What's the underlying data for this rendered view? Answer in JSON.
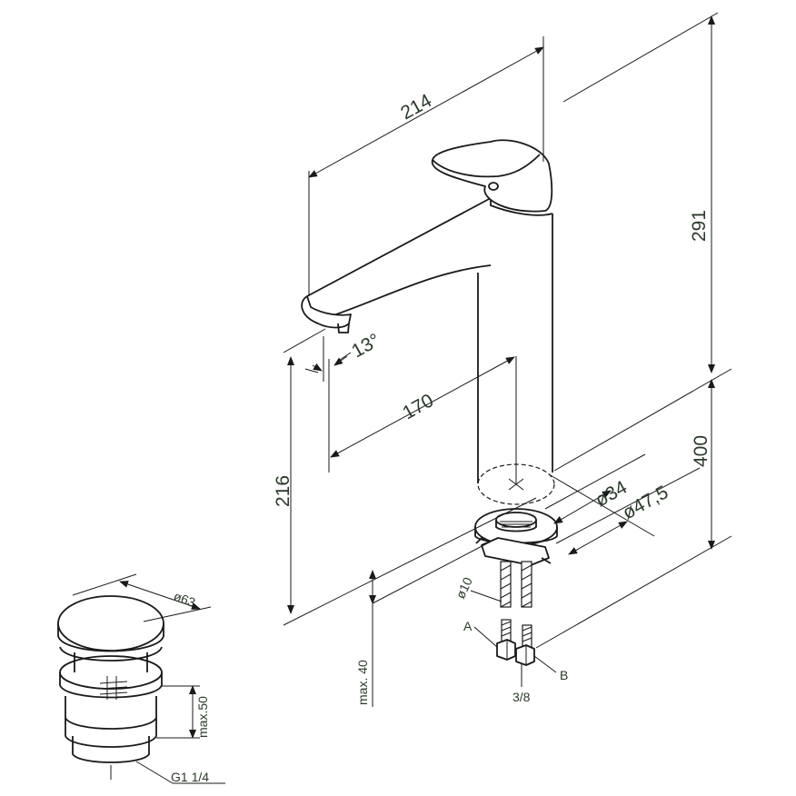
{
  "dimensions": {
    "spout_reach_overall": "214",
    "total_height": "291",
    "spout_angle": "13°",
    "spout_reach": "170",
    "spout_height": "216",
    "base_height": "400",
    "base_diameter": "ø34",
    "flange_diameter": "ø47,5",
    "hose_diameter": "ø10",
    "max_deck_thickness": "max. 40",
    "connection_a": "A",
    "connection_b": "B",
    "thread_size": "3/8"
  },
  "waste_valve": {
    "diameter": "ø63",
    "max_thickness": "max.50",
    "thread": "G1 1/4"
  }
}
